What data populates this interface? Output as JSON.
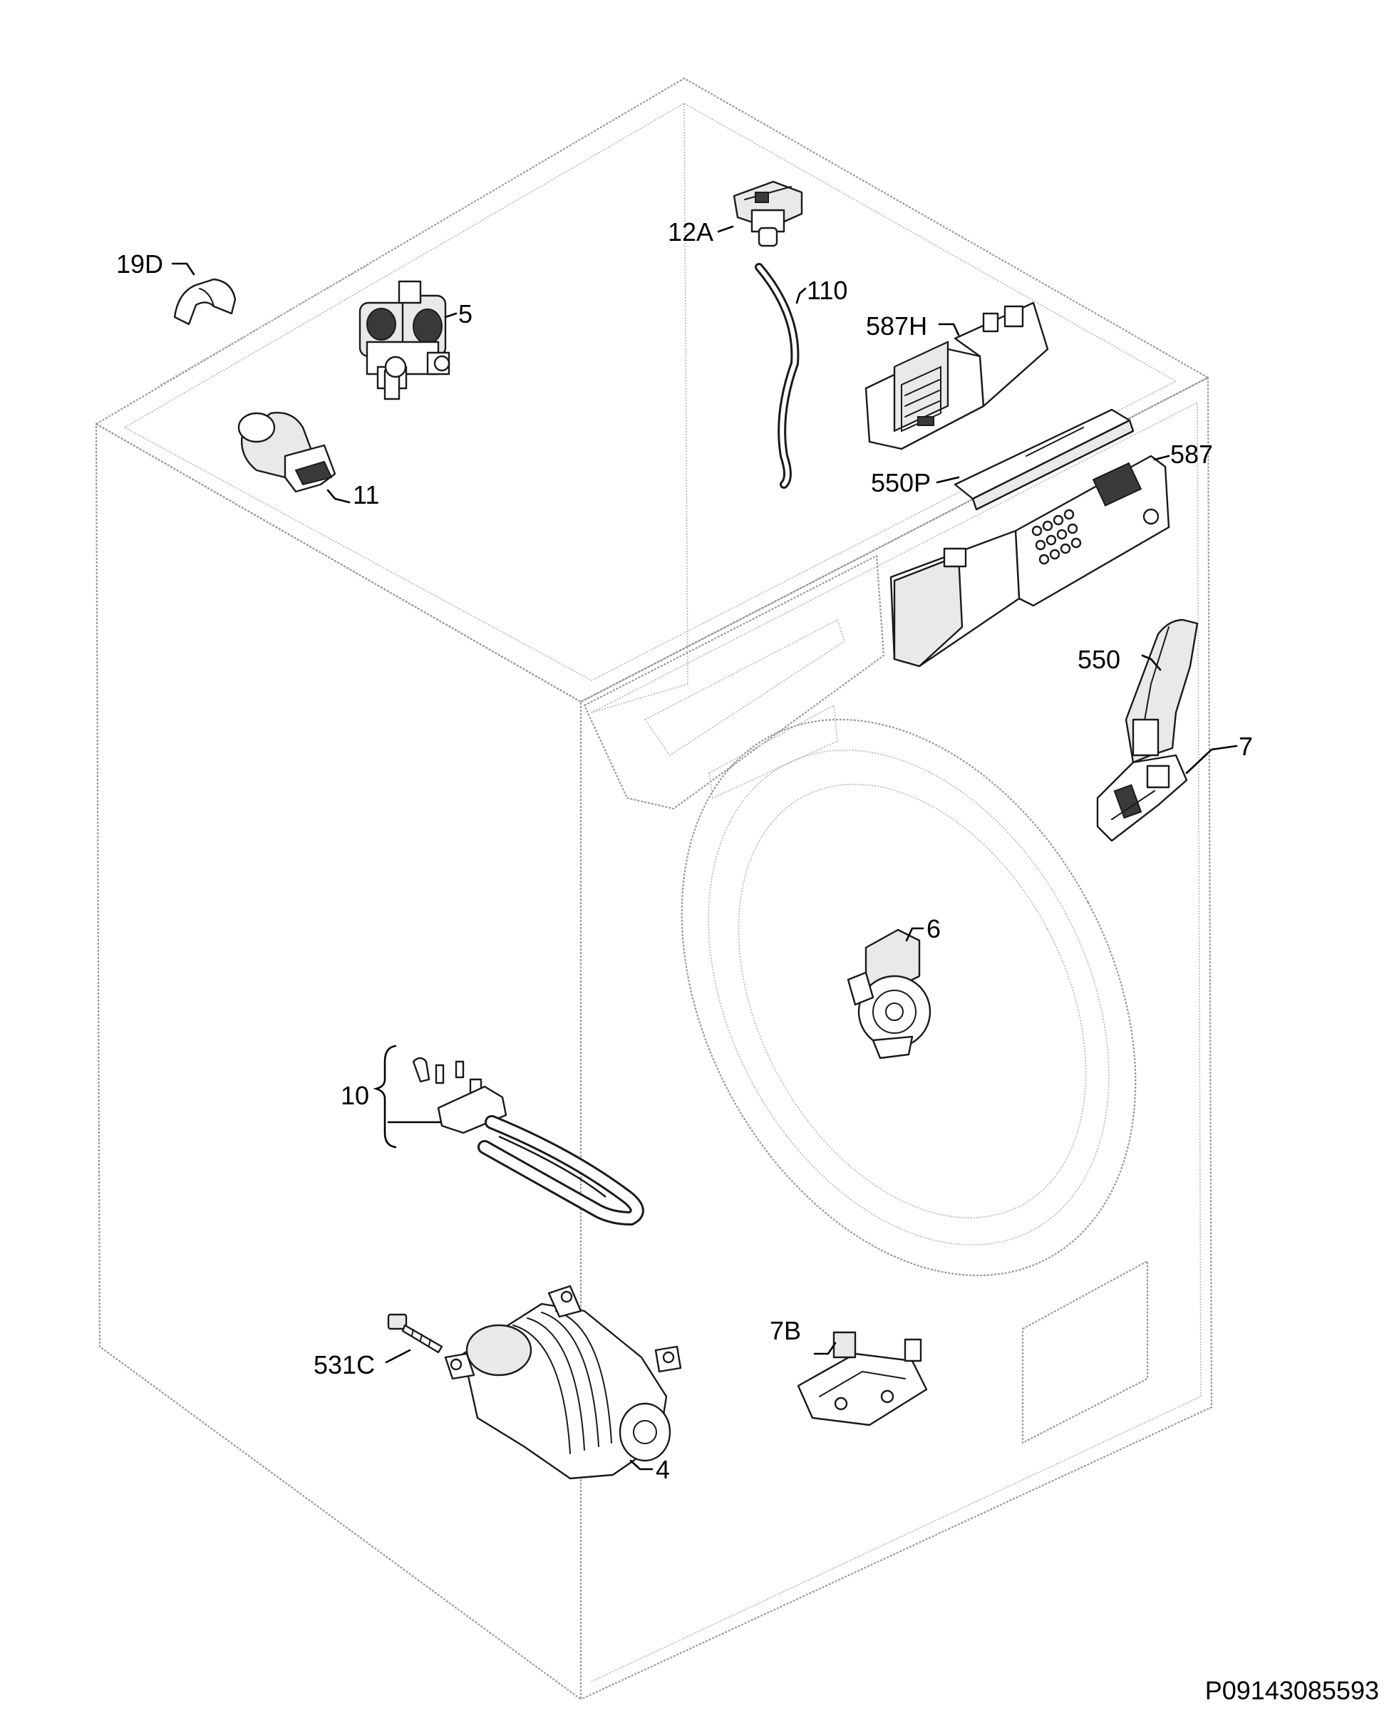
{
  "labels": {
    "l_19D": "19D",
    "l_5": "5",
    "l_12A": "12A",
    "l_110": "110",
    "l_587H": "587H",
    "l_11": "11",
    "l_550P": "550P",
    "l_587": "587",
    "l_550": "550",
    "l_7": "7",
    "l_6": "6",
    "l_10": "10",
    "l_7B": "7B",
    "l_531C": "531C",
    "l_4": "4"
  },
  "drawing_code": "P09143085593"
}
